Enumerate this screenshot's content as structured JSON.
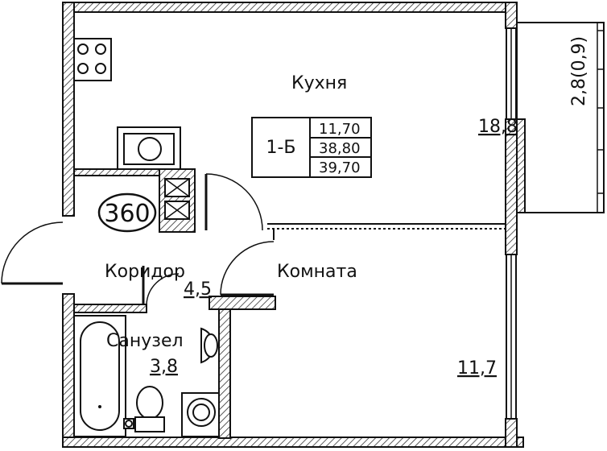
{
  "rooms": {
    "kitchen": {
      "name": "Кухня",
      "area": "18,8"
    },
    "room": {
      "name": "Комната",
      "area": "11,7"
    },
    "corridor": {
      "name": "Коридор",
      "area": "4,5"
    },
    "bathroom": {
      "name": "Санузел",
      "area": "3,8"
    },
    "balcony": {
      "area": "2,8(0,9)"
    }
  },
  "info_table": {
    "type": "1-Б",
    "values": [
      "11,70",
      "38,80",
      "39,70"
    ]
  },
  "apartment_number": "360"
}
